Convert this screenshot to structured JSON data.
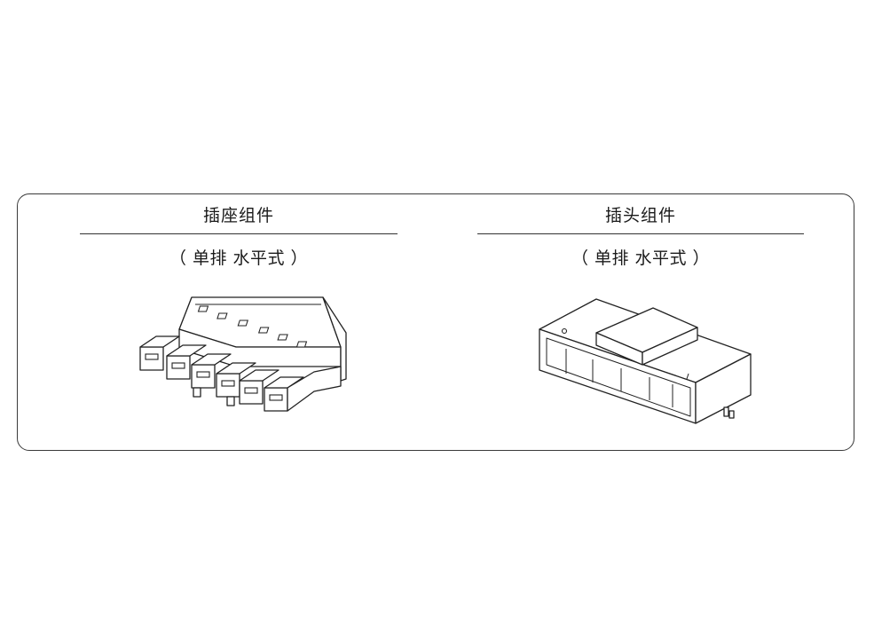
{
  "panels": [
    {
      "title": "插座组件",
      "subtitle": "（ 单排 水平式 ）",
      "image_icon": "connector-receptacle-drawing"
    },
    {
      "title": "插头组件",
      "subtitle": "（ 单排 水平式 ）",
      "image_icon": "connector-header-drawing"
    }
  ],
  "colors": {
    "border": "#3a3a3a",
    "text": "#1a1a1a",
    "background": "#ffffff"
  }
}
